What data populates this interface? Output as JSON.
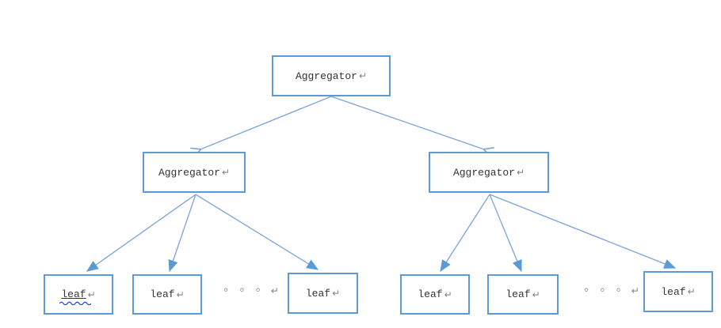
{
  "diagram": {
    "type": "tree",
    "return_mark": "↵",
    "nodes": {
      "root": {
        "label": "Aggregator"
      },
      "agg_left": {
        "label": "Aggregator"
      },
      "agg_right": {
        "label": "Aggregator"
      },
      "leaf1": {
        "label": "leaf",
        "spellcheck_squiggle": true
      },
      "leaf2": {
        "label": "leaf"
      },
      "leaf3": {
        "label": "leaf"
      },
      "leaf4": {
        "label": "leaf"
      },
      "leaf5": {
        "label": "leaf"
      },
      "leaf6": {
        "label": "leaf"
      }
    },
    "ellipsis_left": {
      "text": "◦◦◦"
    },
    "ellipsis_right": {
      "text": "◦◦◦"
    },
    "edges": [
      {
        "from": "root",
        "to": "agg_left",
        "arrowhead": "open"
      },
      {
        "from": "root",
        "to": "agg_right",
        "arrowhead": "open"
      },
      {
        "from": "agg_left",
        "to": "leaf1",
        "arrowhead": "filled"
      },
      {
        "from": "agg_left",
        "to": "leaf2",
        "arrowhead": "filled"
      },
      {
        "from": "agg_left",
        "to": "leaf3",
        "arrowhead": "filled"
      },
      {
        "from": "agg_right",
        "to": "leaf4",
        "arrowhead": "filled"
      },
      {
        "from": "agg_right",
        "to": "leaf5",
        "arrowhead": "filled"
      },
      {
        "from": "agg_right",
        "to": "leaf6",
        "arrowhead": "filled"
      }
    ],
    "colors": {
      "box_border": "#5b9bd5",
      "box_fill": "#ffffff",
      "arrow_line": "#7aa3da",
      "arrowhead_fill": "#5b9bd5",
      "text": "#333333",
      "return_mark": "#808080",
      "squiggle": "#2b49c8"
    }
  }
}
